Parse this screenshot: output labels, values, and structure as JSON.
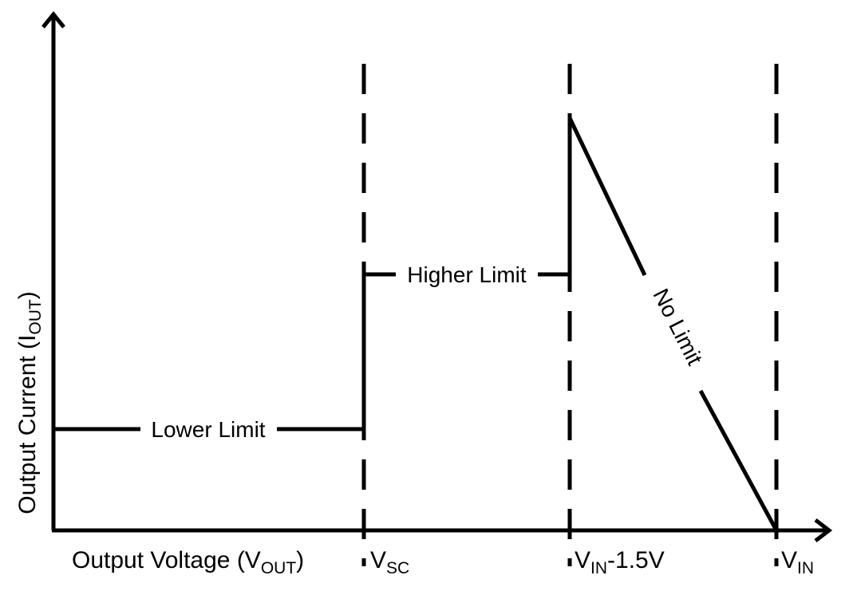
{
  "axes": {
    "y_label": "Output Current (I",
    "y_label_sub": "OUT",
    "y_label_end": ")",
    "x_label": "Output Voltage (V",
    "x_label_sub": "OUT",
    "x_label_end": ")"
  },
  "markers": [
    {
      "id": "vsc",
      "base": "V",
      "sub": "SC",
      "suffix": ""
    },
    {
      "id": "vin-minus",
      "base": "V",
      "sub": "IN",
      "suffix": "-1.5V"
    },
    {
      "id": "vin",
      "base": "V",
      "sub": "IN",
      "suffix": ""
    }
  ],
  "regions": {
    "lower": "Lower Limit",
    "higher": "Higher Limit",
    "none": "No Limit"
  },
  "colors": {
    "line": "#000000",
    "background": "#ffffff"
  }
}
